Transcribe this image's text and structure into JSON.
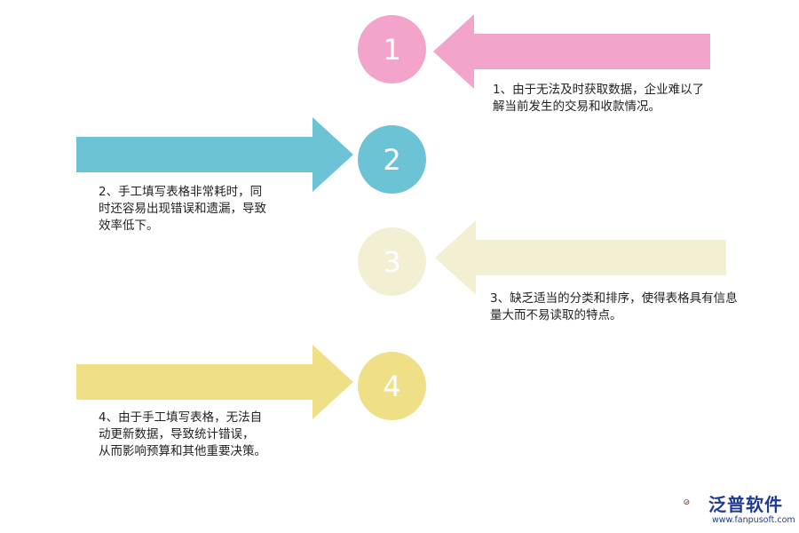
{
  "steps": [
    {
      "number": "1",
      "color": "#f2a4cb",
      "arrow_direction": "left",
      "text": "1、由于无法及时获取数据，企业难以了\n解当前发生的交易和收款情况。"
    },
    {
      "number": "2",
      "color": "#6cc3d6",
      "arrow_direction": "right",
      "text": "2、手工填写表格非常耗时，同\n时还容易出现错误和遗漏，导致\n效率低下。"
    },
    {
      "number": "3",
      "color": "#f3efd3",
      "arrow_direction": "left",
      "text": "3、缺乏适当的分类和排序，使得表格具有信息\n量大而不易读取的特点。"
    },
    {
      "number": "4",
      "color": "#efdf87",
      "arrow_direction": "right",
      "text": "4、由于手工填写表格，无法自\n动更新数据，导致统计错误，\n从而影响预算和其他重要决策。"
    }
  ],
  "logo": {
    "name": "泛普软件",
    "url": "www.fanpusoft.com",
    "colors": {
      "primary": "#1f3b8f",
      "accent": "#e8842c"
    }
  }
}
